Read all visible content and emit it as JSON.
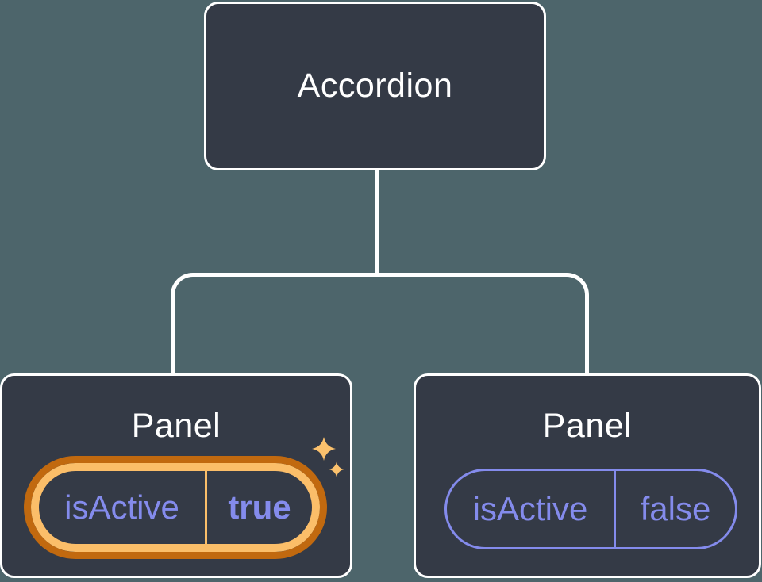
{
  "diagram": {
    "title_hint": "component-tree",
    "tree": {
      "root": {
        "label": "Accordion"
      },
      "children": [
        {
          "label": "Panel",
          "prop": {
            "name": "isActive",
            "value": "true"
          },
          "highlighted": true,
          "icon": "sparkles-icon"
        },
        {
          "label": "Panel",
          "prop": {
            "name": "isActive",
            "value": "false"
          },
          "highlighted": false
        }
      ]
    }
  },
  "colors": {
    "background": "#4D656B",
    "node_fill": "#343A46",
    "node_border": "#FFFFFF",
    "connector": "#FFFFFF",
    "text_primary": "#FFFFFF",
    "prop_purple": "#848BEC",
    "highlight_dark": "#C1690F",
    "highlight_light": "#FBBE69",
    "sparkle": "#FBC16D"
  }
}
